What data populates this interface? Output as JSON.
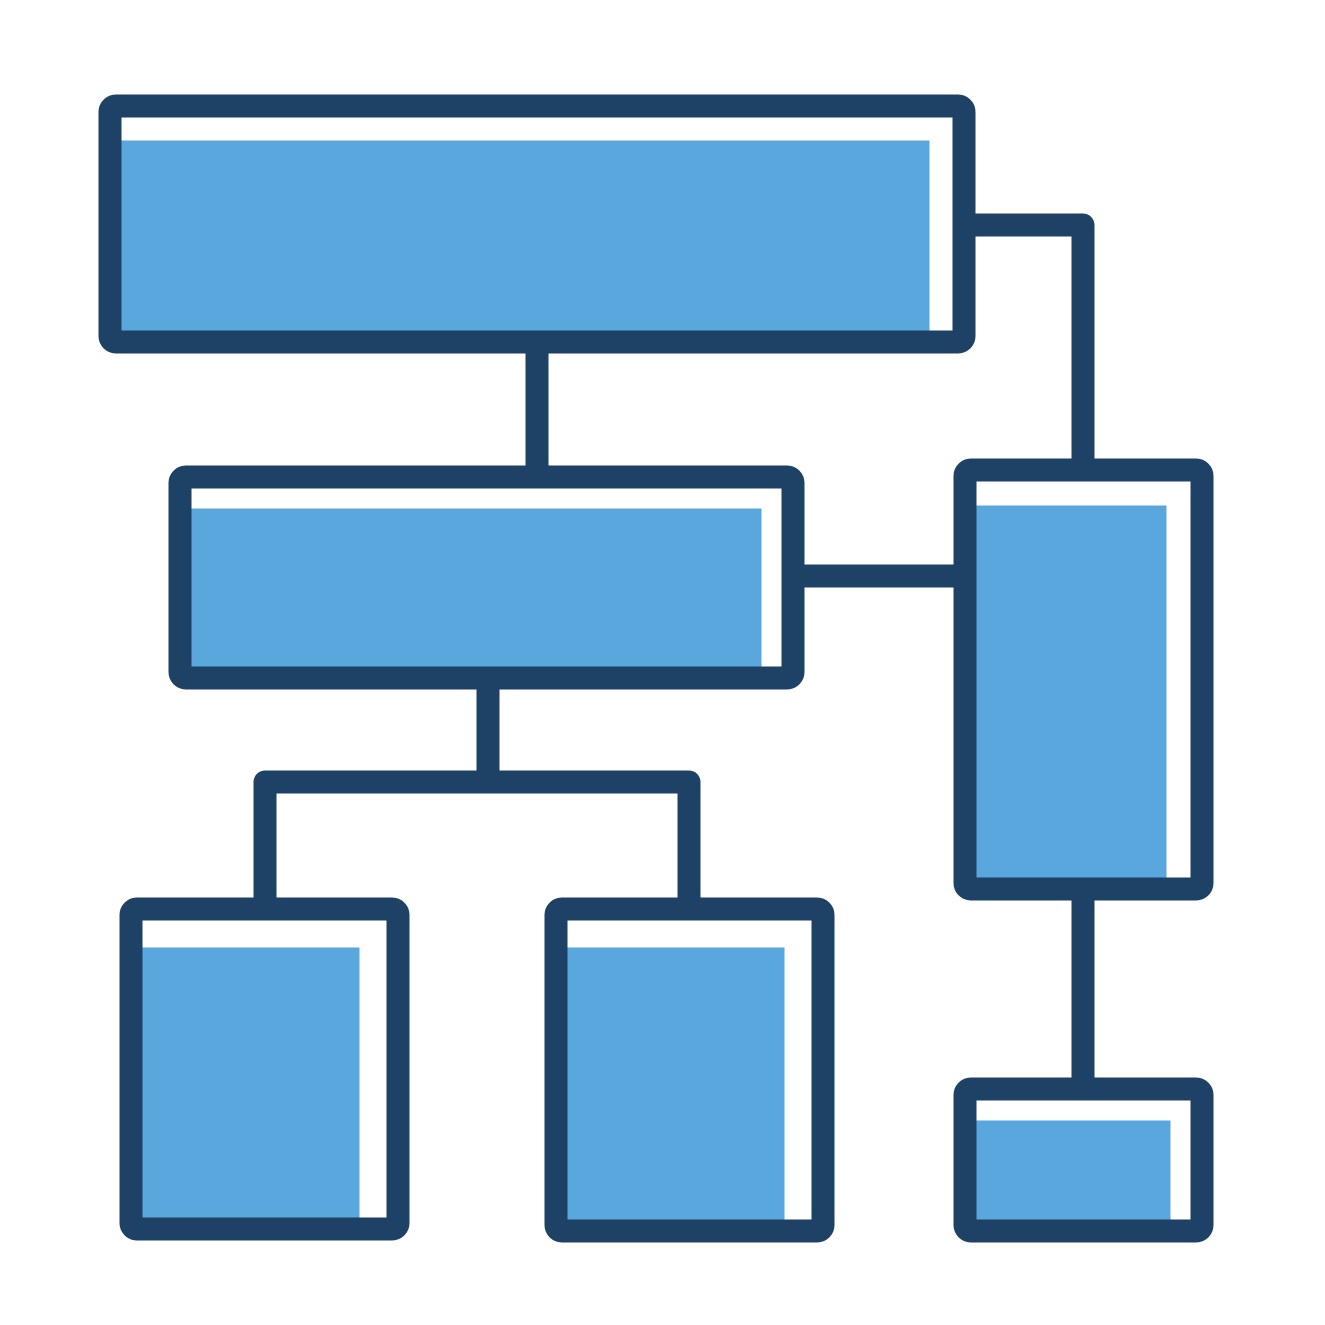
{
  "icon": {
    "name": "hierarchy-flowchart-icon",
    "colors": {
      "outline": "#1e4166",
      "fill": "#59a7dc",
      "highlight": "#ffffff",
      "background": "#ffffff"
    }
  },
  "nodes": [
    {
      "id": "root-node"
    },
    {
      "id": "middle-left-node"
    },
    {
      "id": "right-tall-node"
    },
    {
      "id": "bottom-left-node"
    },
    {
      "id": "bottom-middle-node"
    },
    {
      "id": "bottom-right-node"
    }
  ],
  "connectors": [
    {
      "from": "root-node",
      "to": "middle-left-node"
    },
    {
      "from": "root-node",
      "to": "right-tall-node"
    },
    {
      "from": "middle-left-node",
      "to": "right-tall-node"
    },
    {
      "from": "middle-left-node",
      "to": "bottom-left-node"
    },
    {
      "from": "middle-left-node",
      "to": "bottom-middle-node"
    },
    {
      "from": "right-tall-node",
      "to": "bottom-right-node"
    }
  ]
}
